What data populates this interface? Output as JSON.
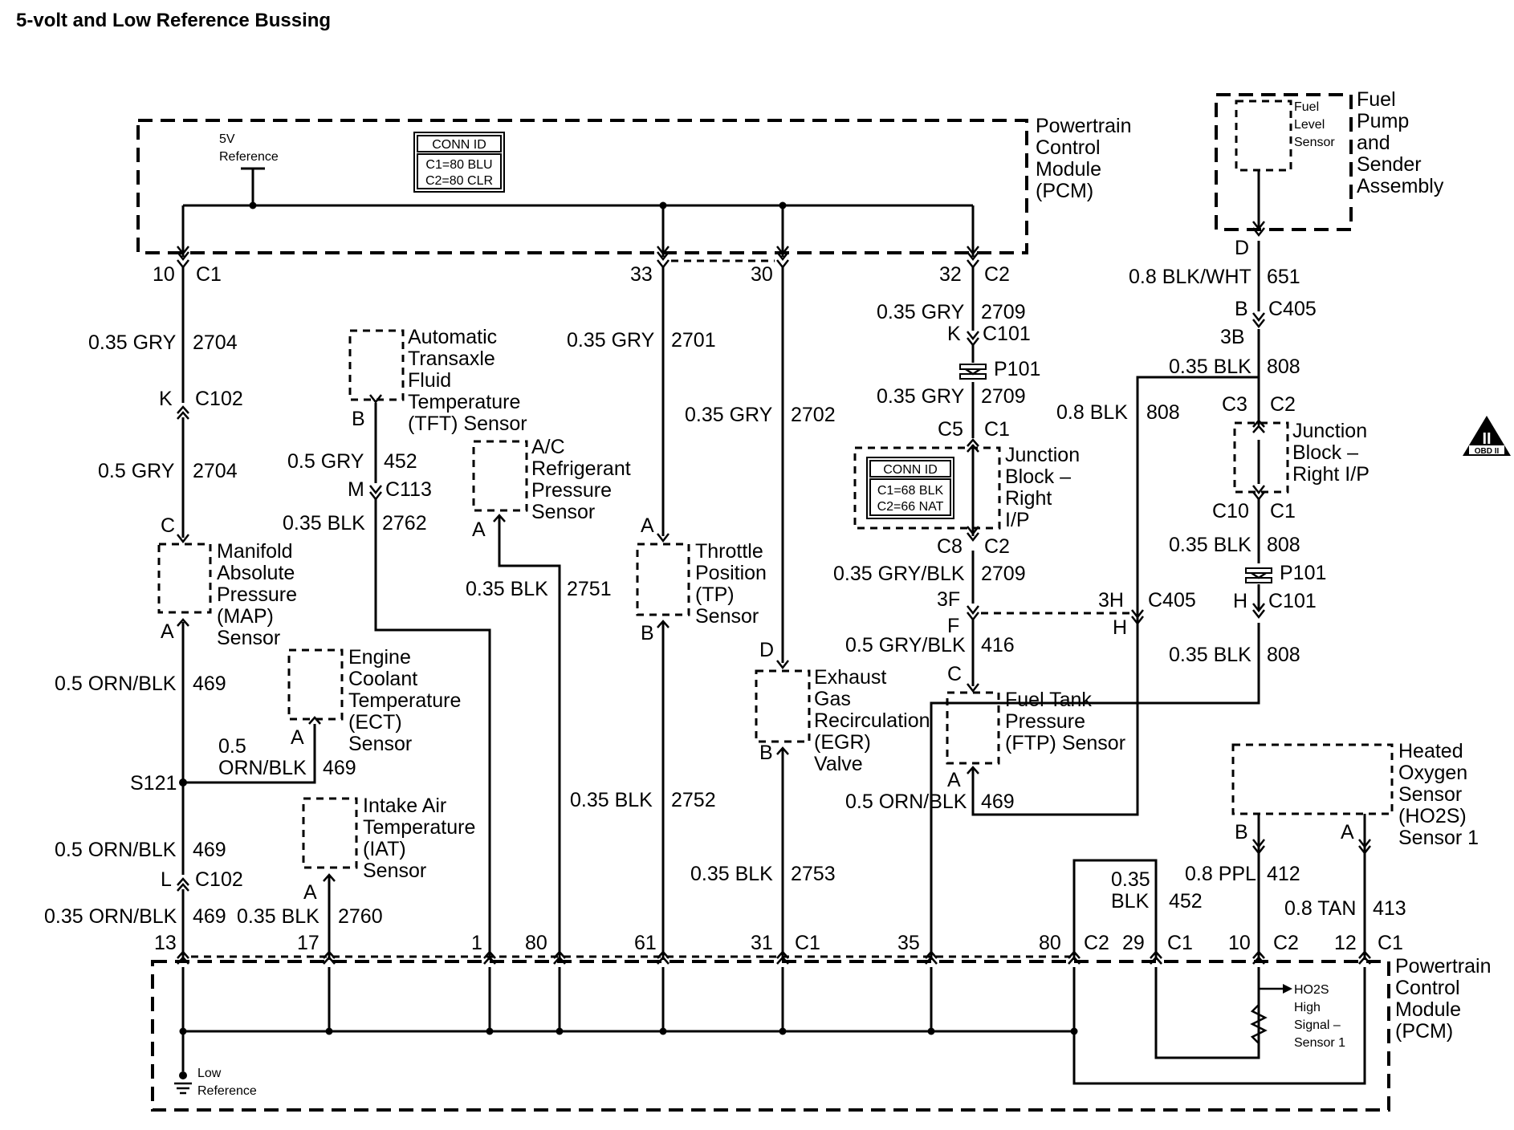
{
  "title": "5-volt and Low Reference Bussing",
  "pcm": {
    "label_lines": [
      "Powertrain",
      "Control",
      "Module",
      "(PCM)"
    ],
    "ref_5v_lines": [
      "5V",
      "Reference"
    ],
    "conn_id": {
      "title": "CONN ID",
      "rows": [
        "C1=80 BLU",
        "C2=80 CLR"
      ]
    },
    "low_ref_lines": [
      "Low",
      "Reference"
    ],
    "ho2s_lines": [
      "HO2S",
      "High",
      "Signal –",
      "Sensor 1"
    ]
  },
  "junction_block": {
    "label_lines": [
      "Junction",
      "Block –",
      "Right",
      "I/P"
    ],
    "conn_id": {
      "title": "CONN ID",
      "rows": [
        "C1=68 BLK",
        "C2=66 NAT"
      ]
    }
  },
  "junction_block_2": {
    "label_lines": [
      "Junction",
      "Block –",
      "Right I/P"
    ]
  },
  "components": {
    "fuel_level": [
      "Fuel",
      "Level",
      "Sensor"
    ],
    "fuel_pump": [
      "Fuel",
      "Pump",
      "and",
      "Sender",
      "Assembly"
    ],
    "tft": [
      "Automatic",
      "Transaxle",
      "Fluid",
      "Temperature",
      "(TFT) Sensor"
    ],
    "ac": [
      "A/C",
      "Refrigerant",
      "Pressure",
      "Sensor"
    ],
    "map": [
      "Manifold",
      "Absolute",
      "Pressure",
      "(MAP)",
      "Sensor"
    ],
    "tp": [
      "Throttle",
      "Position",
      "(TP)",
      "Sensor"
    ],
    "ect": [
      "Engine",
      "Coolant",
      "Temperature",
      "(ECT)",
      "Sensor"
    ],
    "iat": [
      "Intake Air",
      "Temperature",
      "(IAT)",
      "Sensor"
    ],
    "egr": [
      "Exhaust",
      "Gas",
      "Recirculation",
      "(EGR)",
      "Valve"
    ],
    "ftp": [
      "Fuel Tank",
      "Pressure",
      "(FTP) Sensor"
    ],
    "ho2s": [
      "Heated",
      "Oxygen",
      "Sensor",
      "(HO2S)",
      "Sensor 1"
    ]
  },
  "badge": {
    "numeral": "II",
    "text": "OBD II"
  },
  "labels": {
    "pin10": "10",
    "c1a": "C1",
    "pin33": "33",
    "pin30": "30",
    "pin32": "32",
    "c2a": "C2",
    "w2704a": "0.35 GRY",
    "n2704a": "2704",
    "k": "K",
    "c102a": "C102",
    "w2704b": "0.5 GRY",
    "n2704b": "2704",
    "c_map": "C",
    "a_map": "A",
    "w469a": "0.5 ORN/BLK",
    "n469a": "469",
    "s121": "S121",
    "w469b1": "0.5",
    "w469b2": "ORN/BLK",
    "n469b": "469",
    "w469c": "0.5 ORN/BLK",
    "n469c": "469",
    "l": "L",
    "c102b": "C102",
    "w469d": "0.35 ORN/BLK",
    "n469d": "469",
    "b_tft": "B",
    "w452a": "0.5 GRY",
    "n452a": "452",
    "m": "M",
    "c113": "C113",
    "w2762": "0.35 BLK",
    "n2762": "2762",
    "a_ect": "A",
    "a_iat": "A",
    "w2760": "0.35 BLK",
    "n2760": "2760",
    "a_ac": "A",
    "w2751": "0.35 BLK",
    "n2751": "2751",
    "w2701": "0.35 GRY",
    "n2701": "2701",
    "a_tp": "A",
    "b_tp": "B",
    "w2752": "0.35 BLK",
    "n2752": "2752",
    "w2702": "0.35 GRY",
    "n2702": "2702",
    "d_egr": "D",
    "b_egr": "B",
    "w2753": "0.35 BLK",
    "n2753": "2753",
    "w2709a": "0.35 GRY",
    "n2709a": "2709",
    "k2": "K",
    "c101a": "C101",
    "p101a": "P101",
    "w2709b": "0.35 GRY",
    "n2709b": "2709",
    "c5": "C5",
    "c1b": "C1",
    "c8": "C8",
    "c2b": "C2",
    "w2709c": "0.35 GRY/BLK",
    "n2709c": "2709",
    "f3": "3F",
    "h3": "3H",
    "c405b": "C405",
    "f": "F",
    "h": "H",
    "w416": "0.5 GRY/BLK",
    "n416": "416",
    "c_ftp": "C",
    "a_ftp": "A",
    "w469e": "0.5 ORN/BLK",
    "n469e": "469",
    "w808a": "0.8 BLK",
    "n808a": "808",
    "d_fp": "D",
    "w651": "0.8 BLK/WHT",
    "n651": "651",
    "b405": "B",
    "c405a": "C405",
    "b3": "3B",
    "w808b": "0.35 BLK",
    "n808b": "808",
    "c3": "C3",
    "c2c": "C2",
    "c10": "C10",
    "c1c": "C1",
    "w808c": "0.35 BLK",
    "n808c": "808",
    "p101b": "P101",
    "h2": "H",
    "c101b": "C101",
    "w808d": "0.35 BLK",
    "n808d": "808",
    "b_ho2s": "B",
    "a_ho2s": "A",
    "w412": "0.8 PPL",
    "n412": "412",
    "w413": "0.8 TAN",
    "n413": "413",
    "w452b1": "0.35",
    "w452b2": "BLK",
    "n452b": "452",
    "p13": "13",
    "p17": "17",
    "p1": "1",
    "p80a": "80",
    "p61": "61",
    "p31": "31",
    "c1d": "C1",
    "p35": "35",
    "p80b": "80",
    "c2d": "C2",
    "p29": "29",
    "c1e": "C1",
    "p10b": "10",
    "c2e": "C2",
    "p12": "12",
    "c1f": "C1"
  }
}
